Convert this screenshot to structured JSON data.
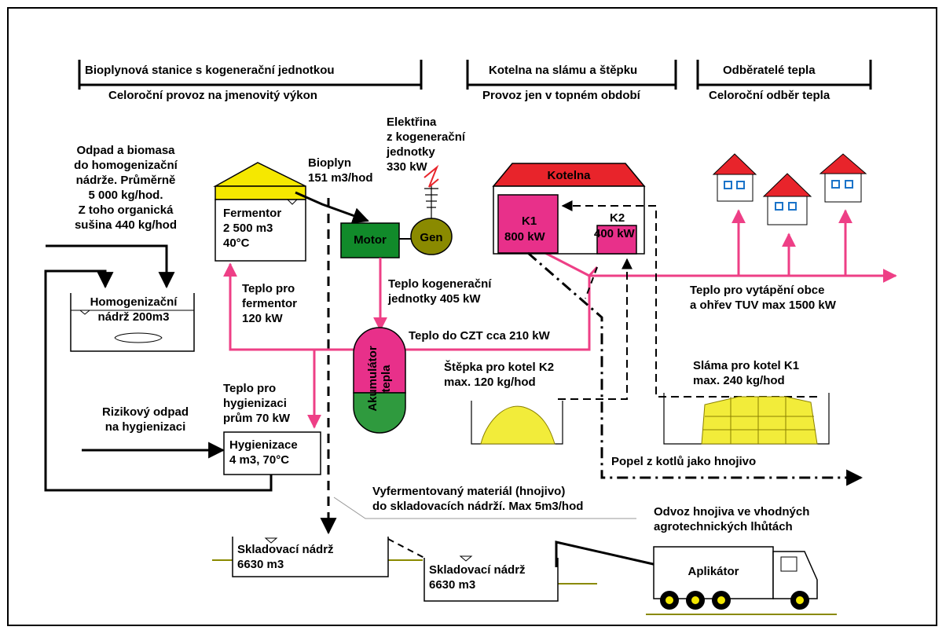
{
  "sections": {
    "biogas_title": "Bioplynová stanice s kogenerační jednotkou",
    "biogas_subtitle": "Celoroční provoz na jmenovitý výkon",
    "boiler_title": "Kotelna na slámu a štěpku",
    "boiler_subtitle": "Provoz jen v topném období",
    "consumers_title": "Odběratelé tepla",
    "consumers_subtitle": "Celoroční odběr tepla"
  },
  "labels": {
    "waste_input": [
      "Odpad a biomasa",
      "do homogenizační",
      "nádrže. Průměrně",
      "5 000 kg/hod.",
      "Z toho organická",
      "sušina 440 kg/hod"
    ],
    "homog_tank": [
      "Homogenizační",
      "nádrž 200m3"
    ],
    "fermentor": [
      "Fermentor",
      "2 500 m3",
      "40°C"
    ],
    "biogas_flow": [
      "Bioplyn",
      "151 m3/hod"
    ],
    "electricity": [
      "Elektřina",
      "z kogenerační",
      "jednotky",
      "330 kW"
    ],
    "motor": "Motor",
    "gen": "Gen",
    "heat_fermentor": [
      "Teplo pro",
      "fermentor",
      "120 kW"
    ],
    "heat_cogen": [
      "Teplo kogenerační",
      "jednotky 405 kW"
    ],
    "heat_czt": "Teplo do CZT cca 210 kW",
    "accumulator": [
      "Akumulátor",
      "tepla"
    ],
    "heat_hygien": [
      "Teplo pro",
      "hygienizaci",
      "prům 70 kW"
    ],
    "risk_waste": [
      "Rizikový odpad",
      "na hygienizaci"
    ],
    "hygien_box": [
      "Hygienizace",
      "4 m3, 70°C"
    ],
    "boiler_house": "Kotelna",
    "k1": [
      "K1",
      "800 kW"
    ],
    "k2": [
      "K2",
      "400 kW"
    ],
    "heat_village": [
      "Teplo pro vytápění obce",
      "a ohřev TUV max 1500 kW"
    ],
    "chips": [
      "Štěpka pro kotel K2",
      "max. 120 kg/hod"
    ],
    "straw": [
      "Sláma pro kotel K1",
      "max. 240 kg/hod"
    ],
    "ash": "Popel z kotlů jako hnojivo",
    "fermented": [
      "Vyfermentovaný materiál (hnojivo)",
      "do skladovacích nádrží. Max 5m3/hod"
    ],
    "transport": [
      "Odvoz hnojiva ve vhodných",
      "agrotechnických lhůtách"
    ],
    "storage1": [
      "Skladovací nádrž",
      "6630 m3"
    ],
    "storage2": [
      "Skladovací nádrž",
      "6630 m3"
    ],
    "applicator": "Aplikátor"
  },
  "colors": {
    "heat_pipe": "#ee3f86",
    "roof_red": "#e8242b",
    "boiler_pink": "#e8308a",
    "motor_green": "#118a2a",
    "gen_olive": "#8a8a00",
    "fermentor_yellow": "#f5e800",
    "accumulator_green": "#2f9a3e",
    "straw_yellow": "#f2ec3a",
    "window_blue": "#1a73c9"
  }
}
